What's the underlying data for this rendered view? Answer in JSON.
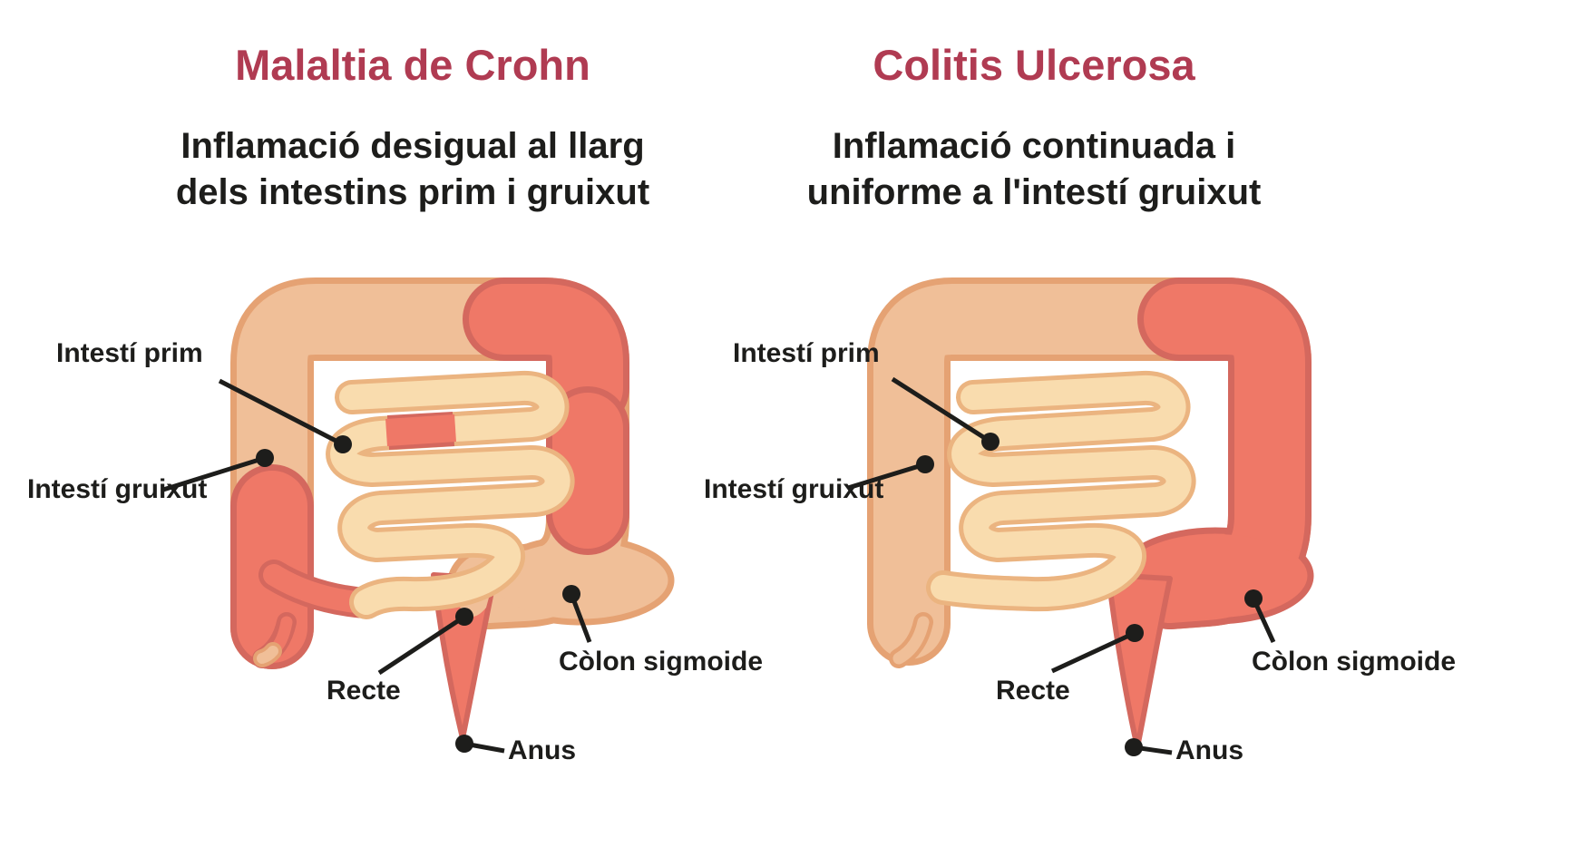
{
  "panels": [
    {
      "id": "crohn",
      "title": "Malaltia de Crohn",
      "subtitle_line1": "Inflamació desigual al llarg",
      "subtitle_line2": "dels intestins prim i gruixut",
      "labels": {
        "small_intestine": "Intestí prim",
        "large_intestine": "Intestí gruixut",
        "rectum": "Recte",
        "sigmoid_colon": "Còlon sigmoide",
        "anus": "Anus"
      }
    },
    {
      "id": "ulcerative-colitis",
      "title": "Colitis Ulcerosa",
      "subtitle_line1": "Inflamació continuada i",
      "subtitle_line2": "uniforme a l'intestí gruixut",
      "labels": {
        "small_intestine": "Intestí prim",
        "large_intestine": "Intestí gruixut",
        "rectum": "Recte",
        "sigmoid_colon": "Còlon sigmoide",
        "anus": "Anus"
      }
    }
  ],
  "colors": {
    "background": "#FFFFFF",
    "title_accent": "#B03B52",
    "text": "#1D1D1B",
    "colon_fill": "#F0BF98",
    "colon_outline": "#E5A273",
    "small_intestine_fill": "#F9DCAE",
    "small_intestine_outline": "#EBB480",
    "inflamed_fill": "#EF7867",
    "inflamed_outline": "#D4685E",
    "leader_line": "#1D1D1B"
  }
}
